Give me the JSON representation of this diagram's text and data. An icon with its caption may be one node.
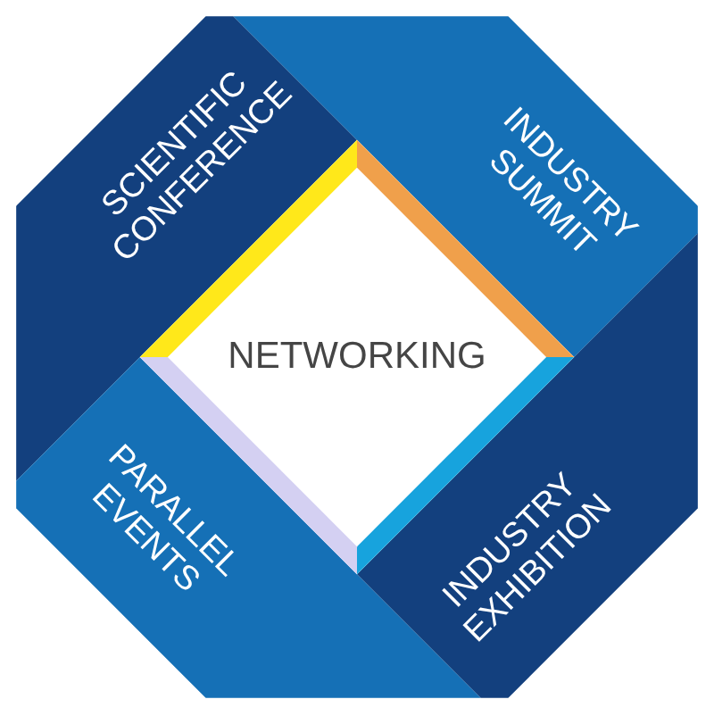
{
  "diagram": {
    "nodes": [
      {
        "text": [
          "SCIENTIFIC CONFERENCE"
        ]
      },
      {
        "text": [
          "INDUSTRY SUMMIT"
        ]
      },
      {
        "text": [
          "NETWORKING"
        ]
      },
      {
        "text": [
          "PARALLEL EVENTS"
        ]
      },
      {
        "text": [
          "INDUSTRY EXHIBITION"
        ]
      }
    ]
  }
}
